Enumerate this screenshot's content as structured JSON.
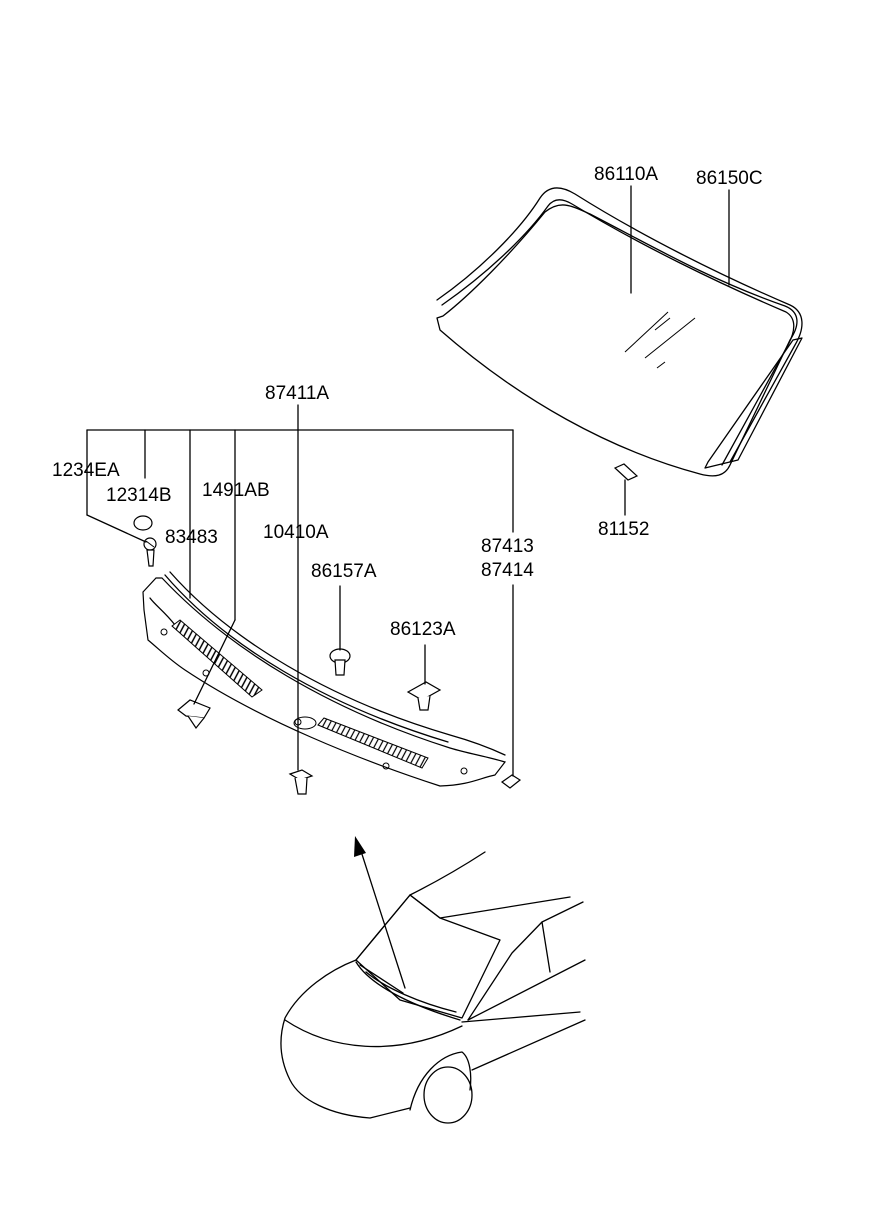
{
  "part_labels": {
    "p86110A": "86110A",
    "p86150C": "86150C",
    "p81152": "81152",
    "p87411A": "87411A",
    "p1234EA": "1234EA",
    "p12314B": "12314B",
    "p1491AB": "1491AB",
    "p83483": "83483",
    "p10410A": "10410A",
    "p86157A": "86157A",
    "p86123A": "86123A",
    "p87413": "87413",
    "p87414": "87414"
  }
}
